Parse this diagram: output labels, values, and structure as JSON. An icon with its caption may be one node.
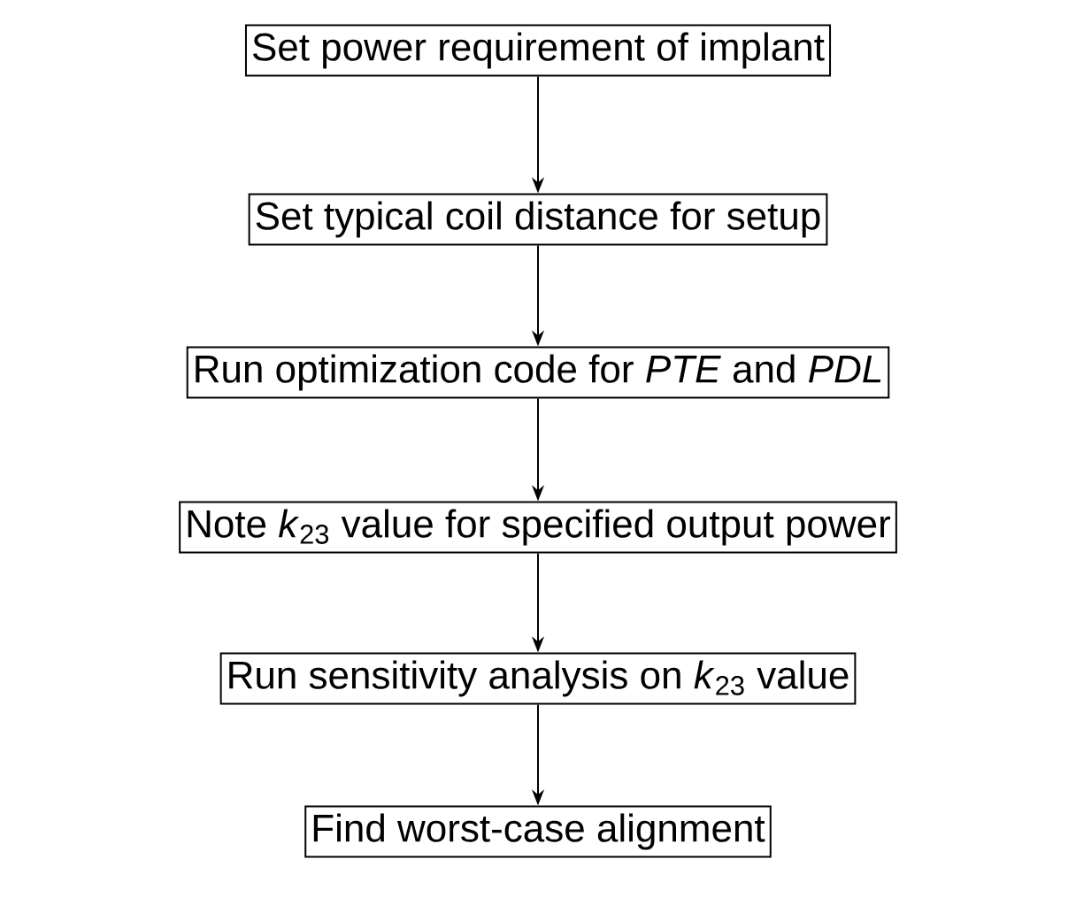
{
  "diagram": {
    "nodes": [
      {
        "text": [
          "Set power requirement of implant"
        ]
      },
      {
        "text": [
          "Set typical coil distance for setup"
        ]
      },
      {
        "text": [
          "Run optimization code for *PTE* and *PDL*"
        ]
      },
      {
        "text": [
          "Note *k*$_{23}$ value for specified output power"
        ]
      },
      {
        "text": [
          "Run sensitivity analysis on *k*$_{23}$ value"
        ]
      },
      {
        "text": [
          "Find worst-case alignment"
        ]
      }
    ],
    "edges": [
      {
        "from": 0,
        "to": 1,
        "arrow": "to"
      },
      {
        "from": 1,
        "to": 2,
        "arrow": "to"
      },
      {
        "from": 2,
        "to": 3,
        "arrow": "to"
      },
      {
        "from": 3,
        "to": 4,
        "arrow": "to"
      },
      {
        "from": 4,
        "to": 5,
        "arrow": "to"
      }
    ]
  }
}
